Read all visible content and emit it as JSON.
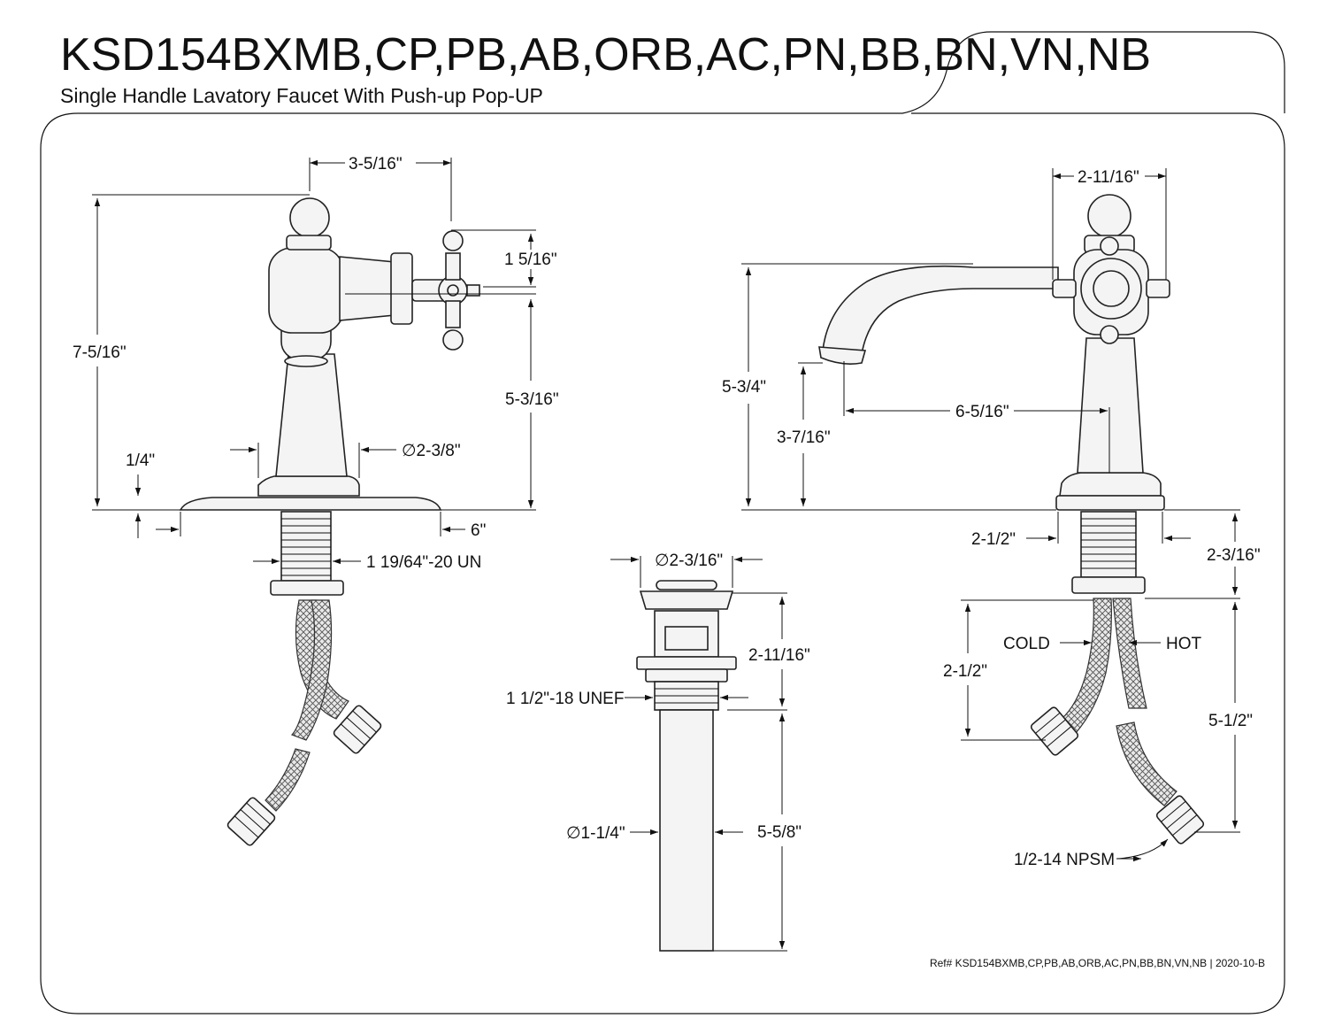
{
  "header": {
    "title": "KSD154BXMB,CP,PB,AB,ORB,AC,PN,BB,BN,VN,NB",
    "subtitle": "Single Handle Lavatory Faucet With Push-up Pop-UP"
  },
  "dimensions": {
    "left": {
      "handle_offset": "3-5/16\"",
      "handle_height": "1 5/16\"",
      "total_height": "7-5/16\"",
      "handle_center_height": "5-3/16\"",
      "plate_thickness": "1/4\"",
      "base_diameter": "∅2-3/8\"",
      "plate_length": "6\"",
      "shank_thread": "1 19/64\"-20 UN"
    },
    "drain": {
      "cap_diameter": "∅2-3/16\"",
      "body_height": "2-11/16\"",
      "thread": "1 1/2\"-18 UNEF",
      "tail_diameter": "∅1-1/4\"",
      "tail_length": "5-5/8\""
    },
    "right": {
      "handle_width": "2-11/16\"",
      "spout_height": "5-3/4\"",
      "spout_clearance": "3-7/16\"",
      "spout_reach": "6-5/16\"",
      "base_width": "2-1/2\"",
      "shank_length": "2-3/16\"",
      "cold_label": "COLD",
      "hot_label": "HOT",
      "supply_length": "2-1/2\"",
      "supply_total": "5-1/2\"",
      "connector": "1/2-14 NPSM"
    }
  },
  "footer": {
    "reference": "Ref# KSD154BXMB,CP,PB,AB,ORB,AC,PN,BB,BN,VN,NB | 2020-10-B"
  }
}
